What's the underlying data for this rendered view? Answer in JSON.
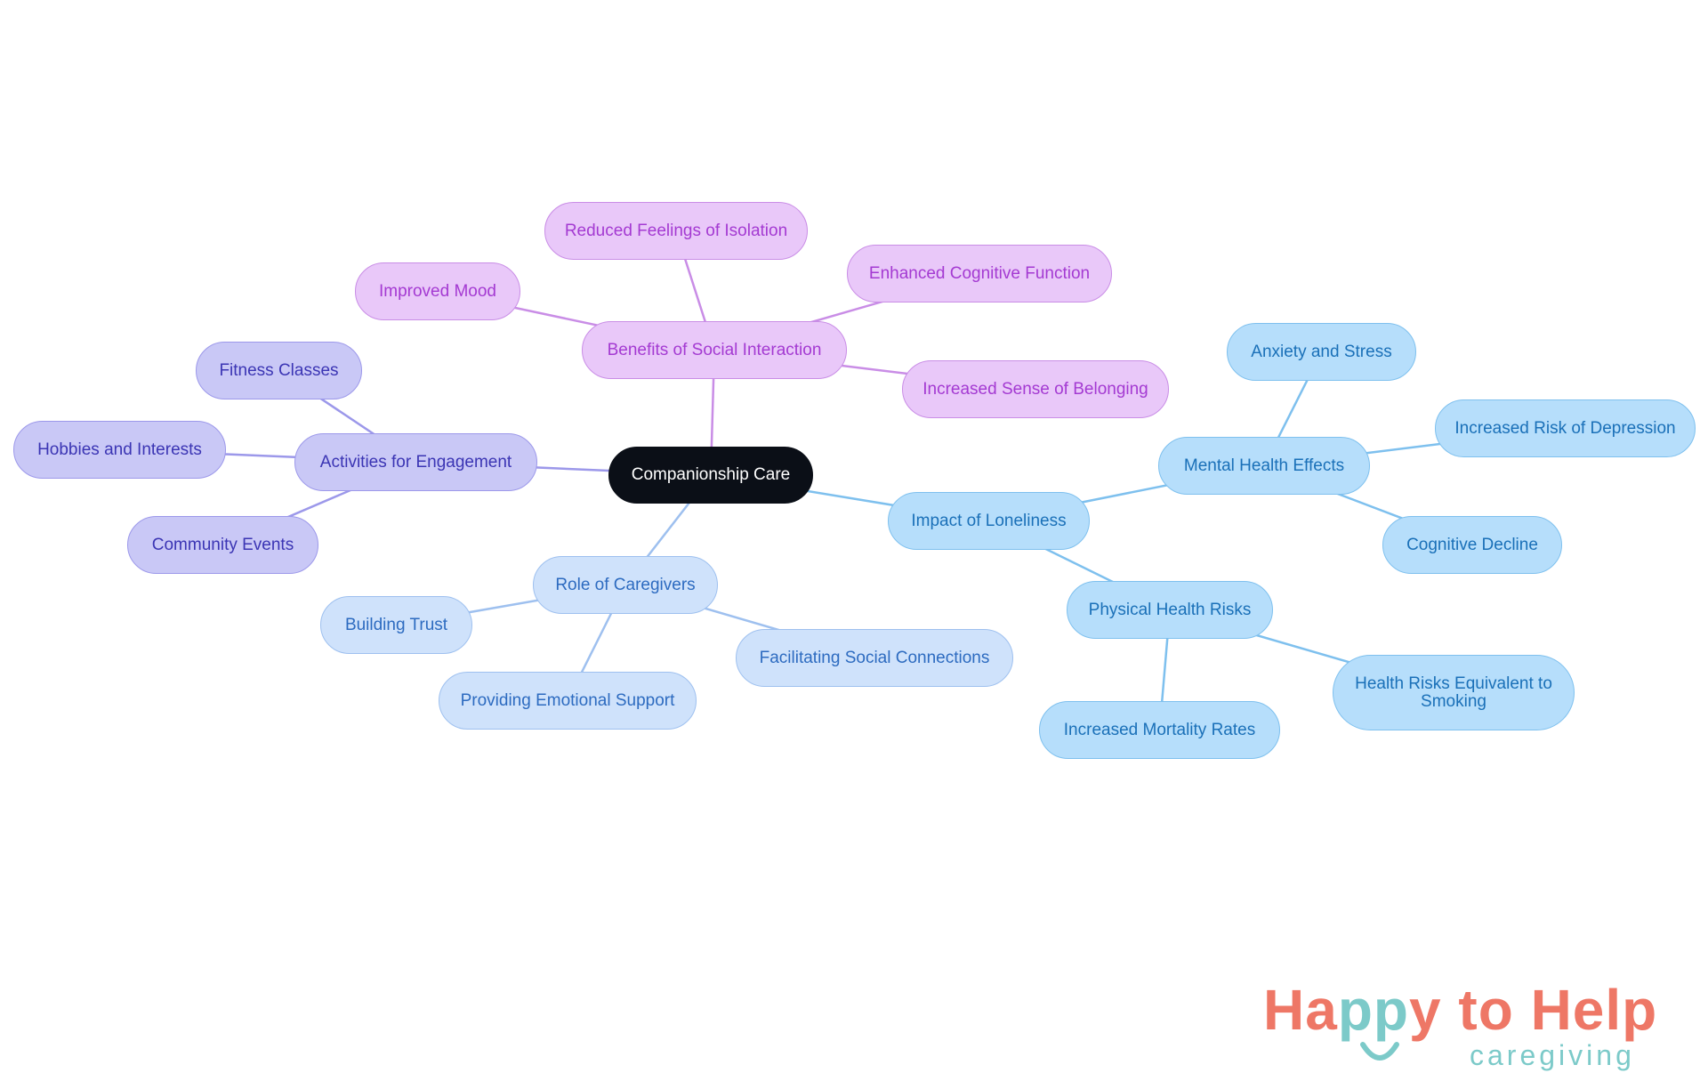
{
  "mindmap": {
    "root": "Companionship Care",
    "branches": [
      {
        "label": "Benefits of Social Interaction",
        "children": [
          "Reduced Feelings of Isolation",
          "Enhanced Cognitive Function",
          "Improved Mood",
          "Increased Sense of Belonging"
        ]
      },
      {
        "label": "Activities for Engagement",
        "children": [
          "Fitness Classes",
          "Hobbies and Interests",
          "Community Events"
        ]
      },
      {
        "label": "Role of Caregivers",
        "children": [
          "Building Trust",
          "Providing Emotional Support",
          "Facilitating Social Connections"
        ]
      },
      {
        "label": "Impact of Loneliness",
        "children": [
          {
            "label": "Mental Health Effects",
            "children": [
              "Anxiety and Stress",
              "Increased Risk of Depression",
              "Cognitive Decline"
            ]
          },
          {
            "label": "Physical Health Risks",
            "children": [
              "Increased Mortality Rates",
              "Health Risks Equivalent to Smoking"
            ]
          }
        ]
      }
    ]
  },
  "colors": {
    "root": "#0b0f17",
    "violet": "#c9c8f6",
    "pink": "#e9c8f9",
    "lightblue": "#cfe2fb",
    "skyblue": "#b6defb"
  },
  "logo": {
    "part1": "Ha",
    "part2": "pp",
    "part3": "y to Help",
    "tagline": "caregiving"
  }
}
